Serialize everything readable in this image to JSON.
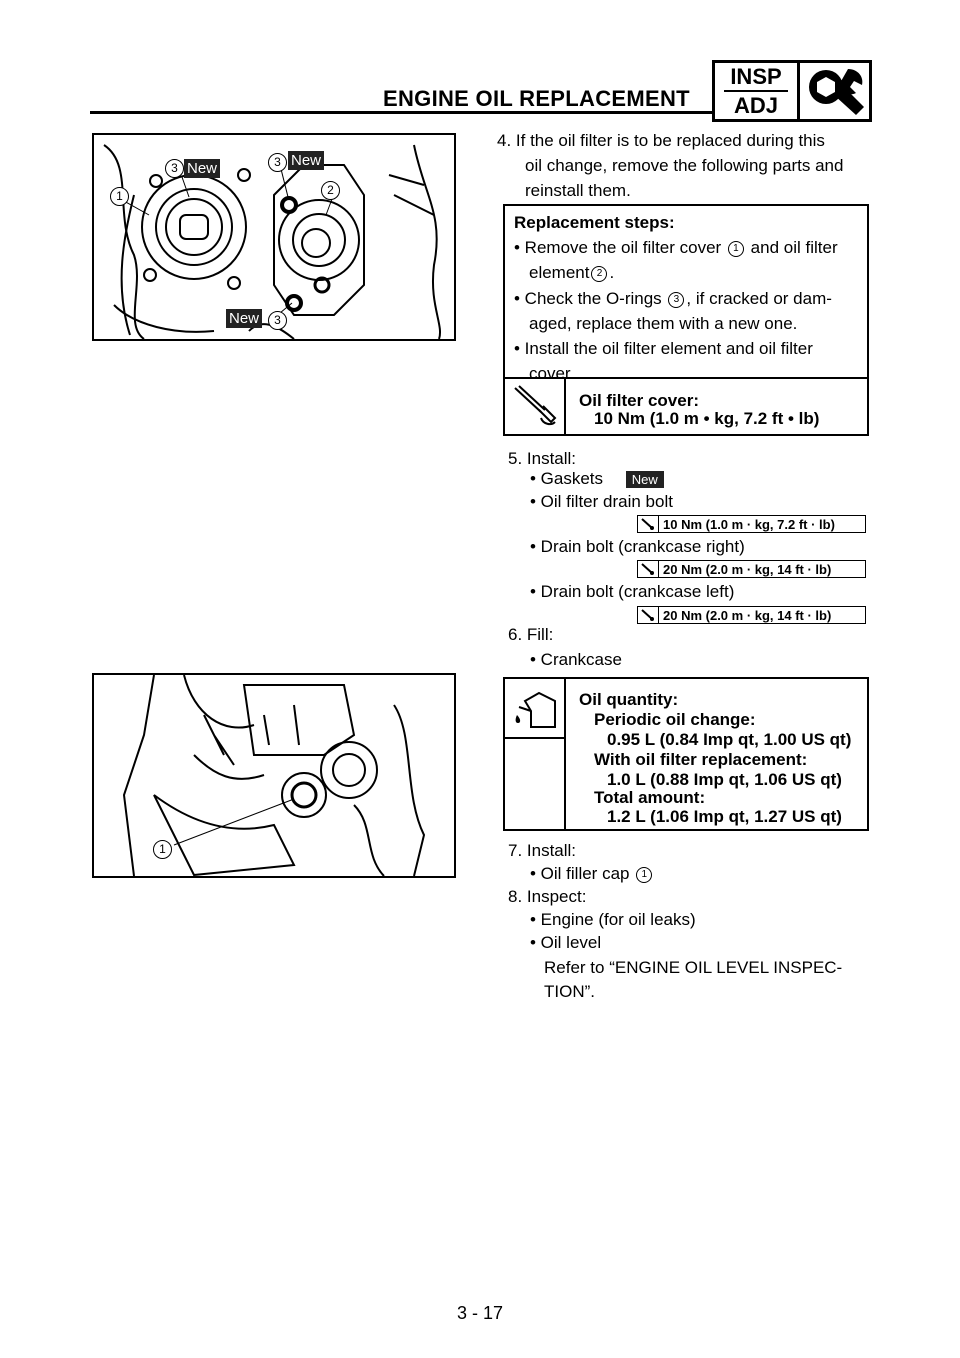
{
  "header": {
    "title": "ENGINE OIL REPLACEMENT",
    "badge_top": "INSP",
    "badge_bottom": "ADJ",
    "badge_icon": "wrench-inspect-icon"
  },
  "figure1": {
    "new_label": "New",
    "callouts": [
      "1",
      "2",
      "3",
      "3",
      "3"
    ]
  },
  "figure2": {
    "callouts": [
      "1"
    ]
  },
  "step4": {
    "line1": "4.  If the oil filter is to be replaced during this",
    "line2": "oil change, remove the following parts and",
    "line3": "reinstall them."
  },
  "replacement": {
    "title": "Replacement steps:",
    "b1_l1_a": "• Remove the oil filter cover",
    "b1_l1_n": "1",
    "b1_l1_b": "and oil filter",
    "b1_l2_a": "element",
    "b1_l2_n": "2",
    "b1_l2_b": ".",
    "b2_l1_a": "• Check the O-rings",
    "b2_l1_n": "3",
    "b2_l1_b": ", if cracked or dam-",
    "b2_l2": "aged, replace them with a new one.",
    "b3_l1": "• Install the oil filter element and oil filter",
    "b3_l2": "cover.",
    "torque_title": "Oil filter cover:",
    "torque_value": "10 Nm (1.0 m • kg, 7.2 ft • lb)"
  },
  "step5": {
    "heading": "5.  Install:",
    "gaskets": "• Gaskets",
    "new_label": "New",
    "oil_filter_drain_bolt": "• Oil filter drain bolt",
    "spec1": "10 Nm (1.0 m · kg, 7.2 ft · lb)",
    "drain_right": "• Drain bolt (crankcase right)",
    "spec2": "20 Nm (2.0 m · kg, 14 ft · lb)",
    "drain_left": "• Drain bolt (crankcase left)",
    "spec3": "20 Nm (2.0 m · kg, 14 ft · lb)"
  },
  "step6": {
    "heading": "6.  Fill:",
    "crankcase": "• Crankcase",
    "oil_title": "Oil quantity:",
    "periodic_label": "Periodic oil change:",
    "periodic_value": "0.95 L (0.84 Imp qt, 1.00 US qt)",
    "filter_label": "With oil filter replacement:",
    "filter_value": "1.0 L (0.88 Imp qt, 1.06 US qt)",
    "total_label": "Total amount:",
    "total_value": "1.2 L (1.06 Imp qt, 1.27 US qt)"
  },
  "step7": {
    "heading": "7.  Install:",
    "item_a": "• Oil filler cap",
    "item_n": "1"
  },
  "step8": {
    "heading": "8.  Inspect:",
    "item1": "• Engine (for oil leaks)",
    "item2": "• Oil level",
    "ref1": "Refer to “ENGINE OIL LEVEL INSPEC-",
    "ref2": "TION”."
  },
  "footer": {
    "page": "3 - 17"
  }
}
